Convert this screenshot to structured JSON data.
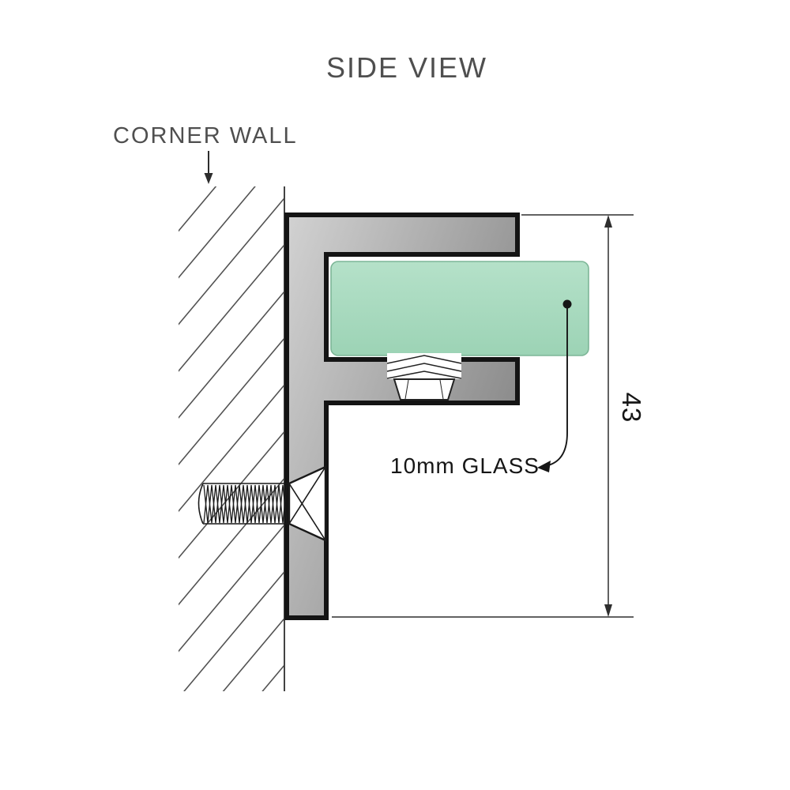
{
  "title": "SIDE VIEW",
  "annotations": {
    "corner_wall_label": "CORNER WALL",
    "glass_label": "10mm GLASS",
    "dimension_label": "43"
  },
  "colors": {
    "background": "#ffffff",
    "heading_text": "#4f4f4f",
    "label_text": "#161616",
    "outline": "#141414",
    "line": "#2e2e2e",
    "bracket_light": "#d2d2d2",
    "bracket_dark": "#878787",
    "glass_fill_top": "#b5e1c9",
    "glass_fill_bottom": "#9cd3b5",
    "glass_stroke": "#7db697"
  }
}
